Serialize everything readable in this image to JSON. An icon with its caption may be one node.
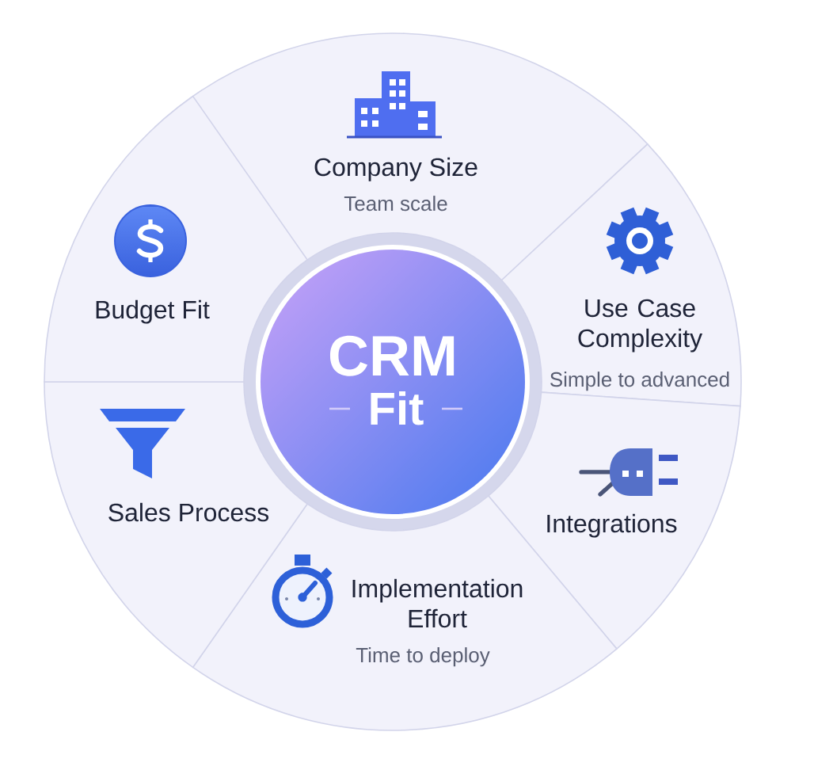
{
  "diagram": {
    "nodes": [
      {
        "text": [
          "CRM",
          "Fit"
        ]
      },
      {
        "text": [
          "Company Size",
          "Team scale"
        ]
      },
      {
        "text": [
          "Use Case Complexity",
          "Simple to advanced"
        ]
      },
      {
        "text": [
          "Integrations"
        ]
      },
      {
        "text": [
          "Implementation Effort",
          "Time to deploy"
        ]
      },
      {
        "text": [
          "Sales Process"
        ]
      },
      {
        "text": [
          "Budget Fit"
        ]
      }
    ]
  }
}
